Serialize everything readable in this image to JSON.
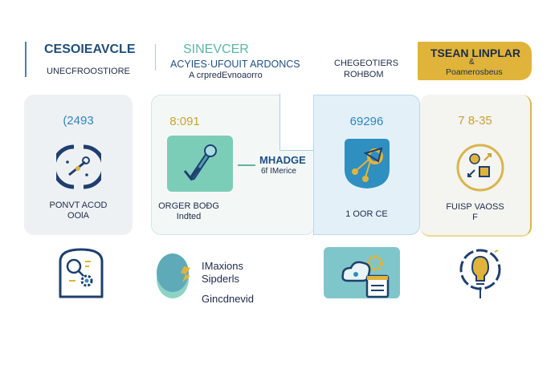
{
  "header": {
    "col1": {
      "title": "CESOIEAVCLE",
      "subtitle": "UNECFROOSTIORE"
    },
    "col2": {
      "title": "SINEVCER",
      "line1": "ACYIES·UFOUIT ARDONCS",
      "line2": "A crpredEvnoaorro"
    },
    "col3": {
      "line1": "CHEGEOTIERS",
      "line2": "ROHBOM"
    },
    "col4": {
      "title": "TSEAN LINPLAR",
      "amp": "&",
      "subtitle": "Poamerosbeus"
    }
  },
  "cards": [
    {
      "number": "(2493",
      "label1": "PONVT ACOD",
      "label2": "OOlA",
      "icon": "gauge-icon"
    },
    {
      "number": "8:091",
      "label1": "ORGER BOĐG",
      "label2": "Indted",
      "icon": "wrench-check-icon",
      "callout_title": "MHADGE",
      "callout_sub": "6f IMerice"
    },
    {
      "number": "69296",
      "label1": "1 OOR CE",
      "icon": "shield-node-icon"
    },
    {
      "number": "7 8-35",
      "label1": "FUISP VAOSS",
      "label2": "F",
      "icon": "exchange-icon"
    }
  ],
  "bottom": {
    "text1": "IMaxions",
    "text2": "Sipderls",
    "text3": "Gincdnevid"
  },
  "colors": {
    "navy": "#1f3f6e",
    "teal": "#5fbfae",
    "gold": "#e0b43a",
    "blue": "#2f8fc0"
  }
}
